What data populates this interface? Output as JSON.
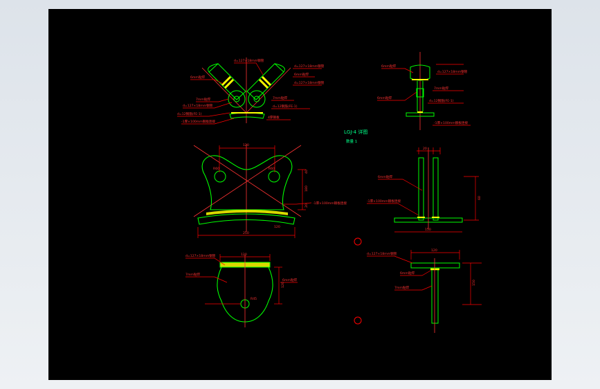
{
  "colors": {
    "background": "#000000",
    "outline": "#00ff00",
    "dimension": "#ff0000",
    "hatch": "#ffff00",
    "center": "#ff3333",
    "titleText": "#00ff88"
  },
  "title": {
    "main": "LGJ-4 详图",
    "sub": "数量 1"
  },
  "top_left_view": {
    "labels": [
      "d=127×18mm钢管",
      "d=127×18mm钢管",
      "6mm贴焊",
      "6mm贴焊",
      "7mm贴焊",
      "7mm贴焊",
      "d=127×18mm钢管",
      "d=127×18mm钢管",
      "d=12钢筋(FE-1)",
      "d=12钢筋(FE-1)",
      "4厚钢板",
      "-1厚×100mm钢板连接"
    ]
  },
  "top_right_view": {
    "labels": [
      "6mm贴焊",
      "d=127×18mm钢管",
      "7mm贴焊",
      "6mm贴焊",
      "d=12钢筋(FE-1)",
      "-1厚×100mm钢板连接"
    ]
  },
  "mid_left_view": {
    "dims": [
      "120",
      "180",
      "40",
      "20",
      "120",
      "250"
    ],
    "labels": [
      "R60",
      "R60",
      "-1厚×100mm钢板连接"
    ]
  },
  "mid_right_view": {
    "dims": [
      "20",
      "60",
      "150"
    ],
    "labels": [
      "6mm贴焊",
      "-1厚×100mm钢板连接"
    ]
  },
  "bottom_left_view": {
    "dims": [
      "120",
      "120",
      "R45"
    ],
    "labels": [
      "d=127×18mm钢管",
      "7mm贴焊",
      "6mm贴焊"
    ]
  },
  "bottom_right_view": {
    "dims": [
      "120",
      "150"
    ],
    "labels": [
      "d=127×18mm钢管",
      "6mm贴焊",
      "7mm贴焊"
    ]
  }
}
